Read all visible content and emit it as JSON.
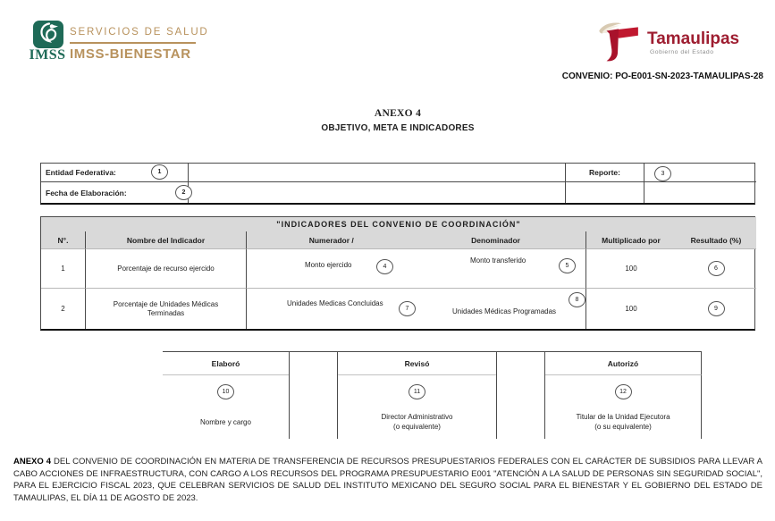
{
  "header": {
    "imss": {
      "wordmark": "IMSS",
      "line1": "SERVICIOS DE SALUD",
      "line2": "IMSS-BIENESTAR"
    },
    "tamaulipas": {
      "name": "Tamaulipas",
      "subtitle": "Gobierno del Estado"
    },
    "convenio": "CONVENIO: PO-E001-SN-2023-TAMAULIPAS-28"
  },
  "icons": {
    "imss_logo": "imss-eagle-logo",
    "tamaulipas_logo": "tamaulipas-t-wing-logo"
  },
  "colors": {
    "imss_green": "#1e6a57",
    "imss_gold": "#b8925d",
    "tamaulipas_red": "#9e1d30",
    "table_header_gray": "#d9d9d9"
  },
  "title": {
    "line1": "ANEXO 4",
    "line2": "OBJETIVO, META E INDICADORES"
  },
  "info_table": {
    "entidad_label": "Entidad Federativa:",
    "entidad_ref": "1",
    "fecha_label": "Fecha de Elaboración:",
    "fecha_ref": "2",
    "reporte_label": "Reporte:",
    "reporte_ref": "3"
  },
  "indicators_table": {
    "title": "\"INDICADORES DEL CONVENIO DE COORDINACIÓN\"",
    "col_num": "N°.",
    "col_nombre": "Nombre del Indicador",
    "col_numerador": "Numerador /",
    "col_denominador": "Denominador",
    "col_multiplicado": "Multiplicado por",
    "col_resultado": "Resultado (%)",
    "rows": [
      {
        "num": "1",
        "nombre": "Porcentaje de recurso ejercido",
        "numerador": "Monto ejercido",
        "numerador_ref": "4",
        "denominador": "Monto transferido",
        "denominador_ref": "5",
        "multiplicador": "100",
        "resultado_ref": "6"
      },
      {
        "num": "2",
        "nombre": "Porcentaje de Unidades Médicas Terminadas",
        "numerador": "Unidades Medicas Concluidas",
        "numerador_ref": "7",
        "denominador": "Unidades Médicas Programadas",
        "denominador_ref": "8",
        "multiplicador": "100",
        "resultado_ref": "9"
      }
    ]
  },
  "signature_table": {
    "columns": [
      {
        "header": "Elaboró",
        "ref": "10",
        "line1": "Nombre y cargo",
        "line2": ""
      },
      {
        "header": "Revisó",
        "ref": "11",
        "line1": "Director Administrativo",
        "line2": "(o equivalente)"
      },
      {
        "header": "Autorizó",
        "ref": "12",
        "line1": "Titular de la Unidad Ejecutora",
        "line2": "(o su equivalente)"
      }
    ]
  },
  "footer": {
    "bold": "ANEXO 4",
    "text": " DEL CONVENIO DE COORDINACIÓN EN MATERIA DE TRANSFERENCIA DE RECURSOS PRESUPUESTARIOS FEDERALES CON EL CARÁCTER DE SUBSIDIOS PARA LLEVAR A CABO ACCIONES DE INFRAESTRUCTURA, CON CARGO A LOS RECURSOS DEL PROGRAMA PRESUPUESTARIO E001 \"ATENCIÓN A LA SALUD DE PERSONAS SIN SEGURIDAD SOCIAL\", PARA EL EJERCICIO FISCAL 2023, QUE CELEBRAN SERVICIOS DE SALUD DEL INSTITUTO MEXICANO DEL SEGURO SOCIAL PARA EL BIENESTAR Y EL GOBIERNO DEL ESTADO DE TAMAULIPAS, EL DÍA 11 DE AGOSTO DE 2023."
  }
}
